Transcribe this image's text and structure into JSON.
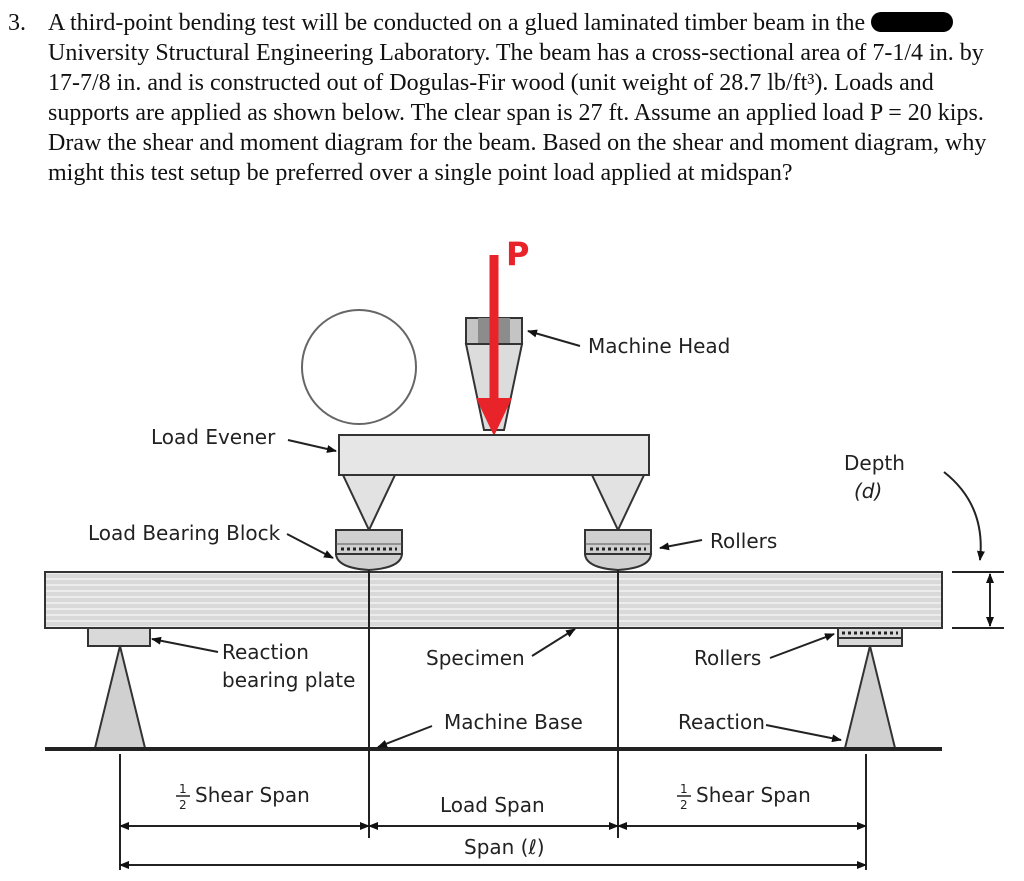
{
  "problem": {
    "number": "3.",
    "text_before_redaction": "A third-point bending test will be conducted on a glued laminated timber beam in the ",
    "text_after_redaction": "University Structural Engineering Laboratory. The beam has a cross-sectional area of 7-1/4 in. by 17-7/8 in. and is constructed out of Dogulas-Fir wood (unit weight of 28.7 lb/ft³). Loads and supports are applied as shown below. The clear span is 27 ft. Assume an applied load P = 20 kips. Draw the shear and moment diagram for the beam. Based on the shear and moment diagram, why might this test setup be preferred over a single point load applied at midspan?"
  },
  "diagram": {
    "load_symbol": "P",
    "labels": {
      "machine_head": "Machine Head",
      "load_evener": "Load Evener",
      "load_bearing_block": "Load Bearing Block",
      "rollers_top": "Rollers",
      "depth": "Depth",
      "depth_symbol": "(d)",
      "reaction_bearing_plate_1": "Reaction",
      "reaction_bearing_plate_2": "bearing plate",
      "specimen": "Specimen",
      "rollers_bottom": "Rollers",
      "machine_base": "Machine Base",
      "reaction": "Reaction",
      "shear_span_left": "Shear Span",
      "load_span": "Load Span",
      "shear_span_right": "Shear Span",
      "span": "Span (ℓ)",
      "half_num": "1",
      "half_den": "2"
    }
  }
}
